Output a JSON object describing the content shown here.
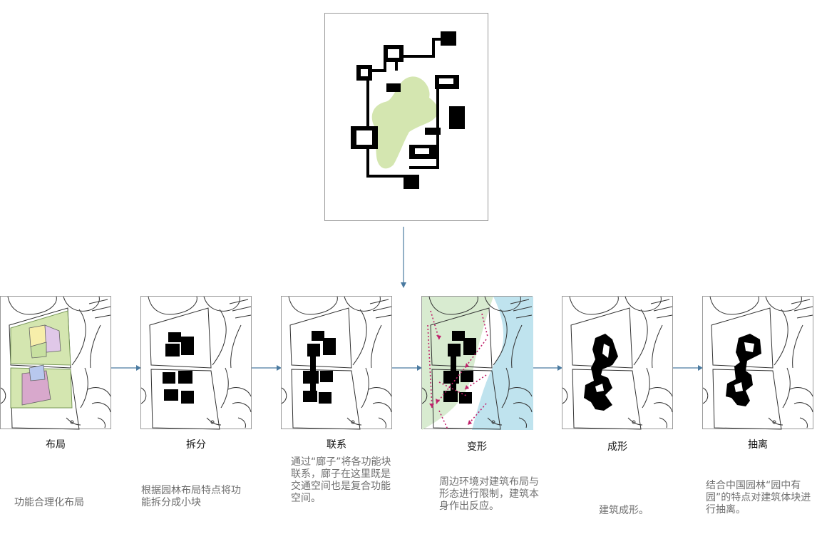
{
  "stages": [
    {
      "title": "布局",
      "desc": "功能合理化布局"
    },
    {
      "title": "拆分",
      "desc": "根据园林布局特点将功能拆分成小块"
    },
    {
      "title": "联系",
      "desc": "通过“廊子”将各功能块联系，廊子在这里既是交通空间也是复合功能空间。"
    },
    {
      "title": "变形",
      "desc": "周边环境对建筑布局与形态进行限制，建筑本身作出反应。"
    },
    {
      "title": "成形",
      "desc": "建筑成形。"
    },
    {
      "title": "抽离",
      "desc": "结合中国园林“园中有园”的特点对建筑体块进行抽离。"
    }
  ],
  "colors": {
    "line": "#4a7aa0",
    "pink": "#c0206a",
    "green_fill": "#d4e6b0",
    "blue_fill": "#bfe3ee",
    "ink": "#000000"
  }
}
